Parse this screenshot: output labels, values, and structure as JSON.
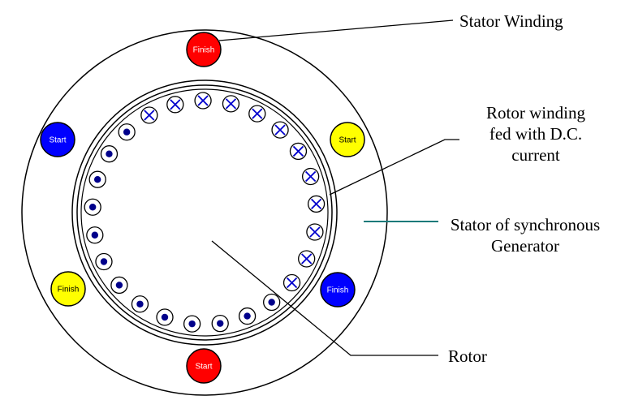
{
  "labels": {
    "stator_winding": "Stator Winding",
    "rotor_winding_line1": "Rotor winding",
    "rotor_winding_line2": "fed with D.C.",
    "rotor_winding_line3": "current",
    "stator_line1": "Stator of synchronous",
    "stator_line2": "Generator",
    "rotor": "Rotor"
  },
  "terminals": [
    {
      "id": "top",
      "text": "Finish",
      "color": "#ff0000"
    },
    {
      "id": "upper-left",
      "text": "Start",
      "color": "#0000ff"
    },
    {
      "id": "upper-right",
      "text": "Start",
      "color": "#ffff00"
    },
    {
      "id": "lower-left",
      "text": "Finish",
      "color": "#ffff00"
    },
    {
      "id": "lower-right",
      "text": "Finish",
      "color": "#0000ff"
    },
    {
      "id": "bottom",
      "text": "Start",
      "color": "#ff0000"
    }
  ],
  "rotor_conductors": [
    "dot",
    "dot",
    "dot",
    "dot",
    "dot",
    "dot",
    "dot",
    "dot",
    "dot",
    "dot",
    "dot",
    "dot",
    "dot",
    "cross",
    "cross",
    "cross",
    "cross",
    "cross",
    "cross",
    "cross",
    "cross",
    "cross",
    "cross",
    "cross",
    "cross"
  ],
  "colors": {
    "outline": "#000000",
    "dot": "#00008b",
    "cross": "#0000cd",
    "stator_pointer": "#1a7a7a"
  }
}
